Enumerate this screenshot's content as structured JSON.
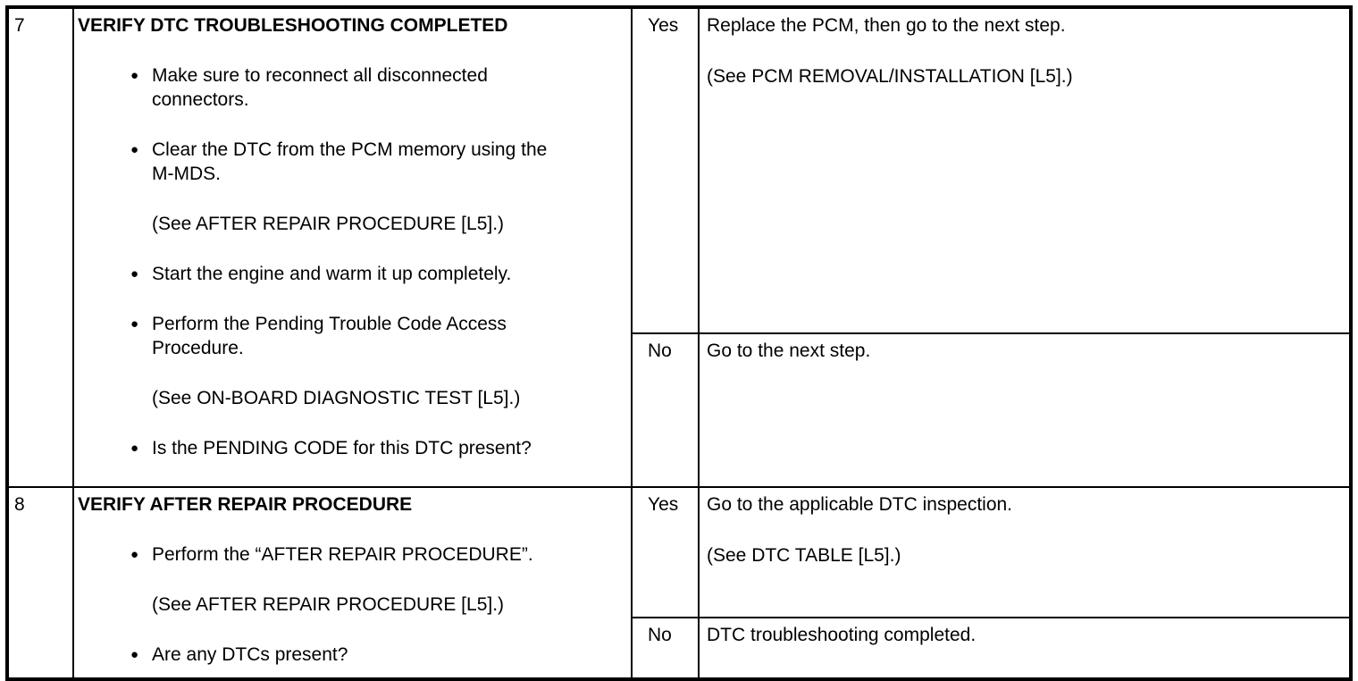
{
  "icons": {
    "bullet": "●"
  },
  "table": {
    "rows": [
      {
        "step": "7",
        "title": "VERIFY DTC TROUBLESHOOTING COMPLETED",
        "items": [
          {
            "type": "bullet",
            "text": "Make sure to reconnect all disconnected connectors."
          },
          {
            "type": "bullet",
            "text": "Clear the DTC from the PCM memory using the M-MDS."
          },
          {
            "type": "note",
            "text": "(See AFTER REPAIR PROCEDURE [L5].)"
          },
          {
            "type": "bullet",
            "text": "Start the engine and warm it up completely."
          },
          {
            "type": "bullet",
            "text": "Perform the Pending Trouble Code Access Procedure."
          },
          {
            "type": "note",
            "text": "(See ON-BOARD DIAGNOSTIC TEST [L5].)"
          },
          {
            "type": "bullet",
            "text": "Is the PENDING CODE for this DTC present?"
          }
        ],
        "yes": {
          "answer": "Yes",
          "lines": [
            "Replace the PCM, then go to the next step.",
            "(See PCM REMOVAL/INSTALLATION [L5].)"
          ]
        },
        "no": {
          "answer": "No",
          "lines": [
            "Go to the next step."
          ]
        }
      },
      {
        "step": "8",
        "title": "VERIFY AFTER REPAIR PROCEDURE",
        "items": [
          {
            "type": "bullet",
            "text": "Perform the “AFTER REPAIR PROCEDURE”."
          },
          {
            "type": "note",
            "text": "(See AFTER REPAIR PROCEDURE [L5].)"
          },
          {
            "type": "bullet",
            "text": "Are any DTCs present?"
          }
        ],
        "yes": {
          "answer": "Yes",
          "lines": [
            "Go to the applicable DTC inspection.",
            "(See DTC TABLE [L5].)"
          ]
        },
        "no": {
          "answer": "No",
          "lines": [
            "DTC troubleshooting completed."
          ]
        }
      }
    ]
  }
}
